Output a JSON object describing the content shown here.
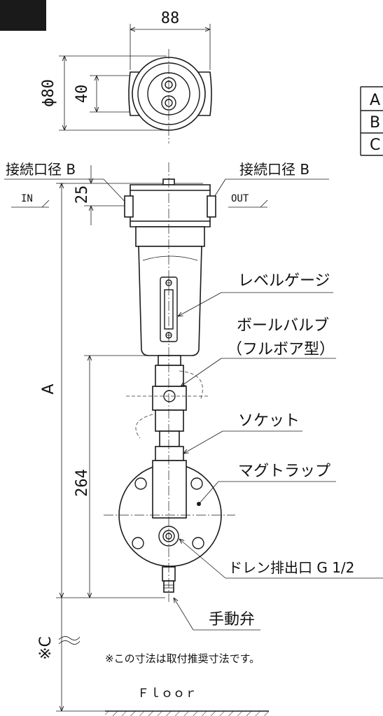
{
  "dimensions": {
    "width_top": "88",
    "diameter": "ϕ80",
    "port_spacing": "40",
    "head_height": "25",
    "overall": "A",
    "drain_length": "264",
    "clearance": "※C"
  },
  "labels": {
    "port_left": "接続口径 B",
    "port_right": "接続口径 B",
    "in": "IN",
    "out": "OUT",
    "level_gauge": "レベルゲージ",
    "ball_valve_1": "ボールバルブ",
    "ball_valve_2": "（フルボア型）",
    "socket": "ソケット",
    "mag_trap": "マグトラップ",
    "drain_port": "ドレン排出口 G 1/2",
    "manual_valve": "手動弁",
    "note": "※この寸法は取付推奨寸法です。",
    "floor": "Ｆｌｏｏｒ"
  },
  "table_rows": [
    "A",
    "B",
    "C"
  ],
  "colors": {
    "line": "#1a1a1a",
    "corner_block": "#1a1a1a"
  }
}
